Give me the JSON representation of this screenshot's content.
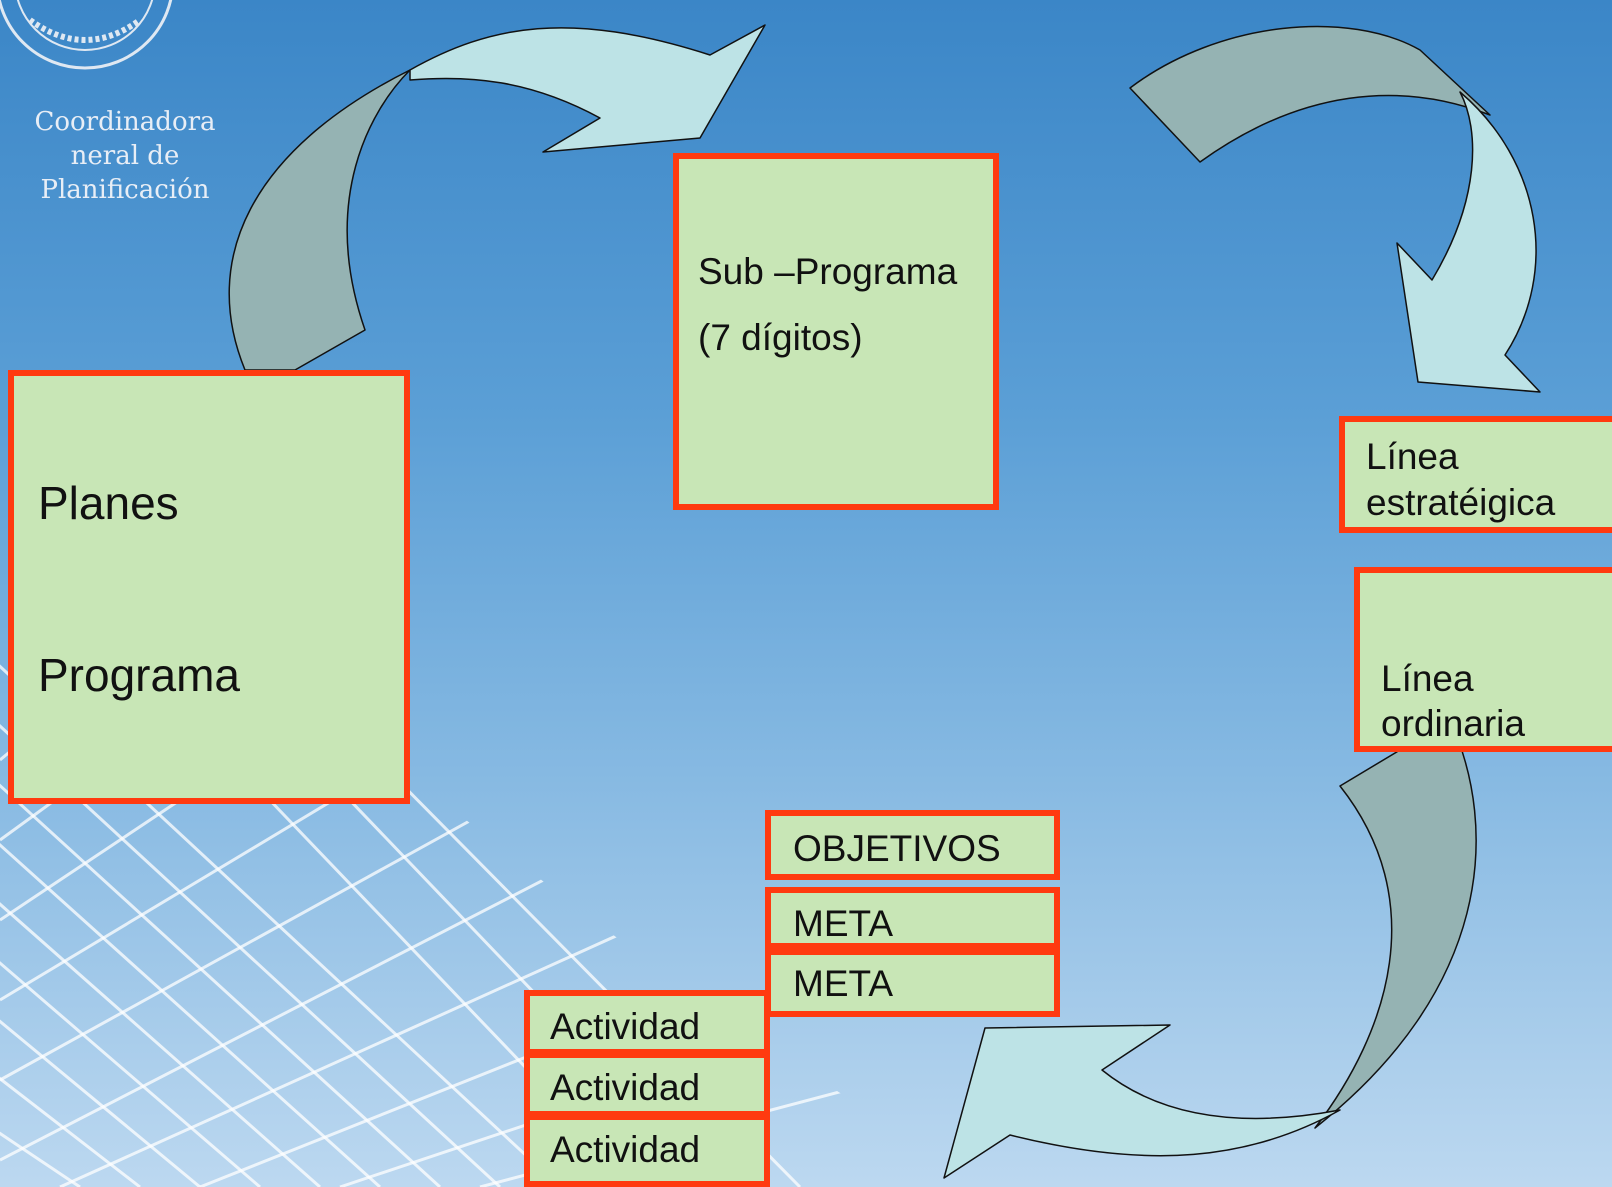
{
  "logo": {
    "line1": "Coordinadora",
    "line2": "neral de Planificación"
  },
  "boxes": {
    "planes": {
      "line1": "Planes",
      "line2": "Programa"
    },
    "subprograma": {
      "line1": "Sub –Programa",
      "line2": "(7 dígitos)"
    },
    "linea_estrategica": {
      "line1": "Línea",
      "line2": "estratéigica"
    },
    "linea_ordinaria": {
      "line1": "Línea",
      "line2": "ordinaria"
    },
    "objetivos": "OBJETIVOS",
    "meta1": "META",
    "meta2": "META",
    "actividad1": "Actividad",
    "actividad2": "Actividad",
    "actividad3": "Actividad"
  },
  "colors": {
    "box_fill": "#c8e6b6",
    "box_border": "#ff3a10",
    "arrow_light": "#bde3e6",
    "arrow_dark": "#95b3b3"
  }
}
